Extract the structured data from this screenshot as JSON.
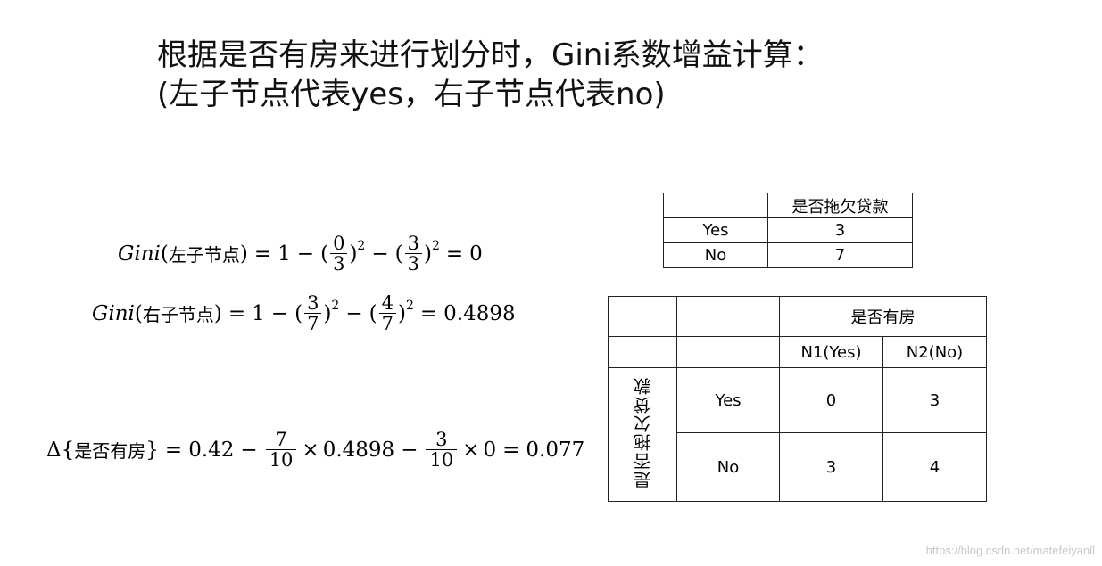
{
  "title": {
    "line1": "根据是否有房来进行划分时，Gini系数增益计算：",
    "line2": "(左子节点代表yes，右子节点代表no)"
  },
  "formulas": {
    "left": {
      "func": "Gini",
      "arg": "左子节点",
      "one": "1",
      "f1_num": "0",
      "f1_den": "3",
      "f2_num": "3",
      "f2_den": "3",
      "exp": "2",
      "result": "0"
    },
    "right": {
      "func": "Gini",
      "arg": "右子节点",
      "one": "1",
      "f1_num": "3",
      "f1_den": "7",
      "f2_num": "4",
      "f2_den": "7",
      "exp": "2",
      "result": "0.4898"
    },
    "delta": {
      "symbol": "Δ",
      "arg": "是否有房",
      "base": "0.42",
      "f1_num": "7",
      "f1_den": "10",
      "m1": "0.4898",
      "f2_num": "3",
      "f2_den": "10",
      "m2": "0",
      "result": "0.077"
    }
  },
  "table_small": {
    "header": [
      "",
      "是否拖欠贷款"
    ],
    "rows": [
      [
        "Yes",
        "3"
      ],
      [
        "No",
        "7"
      ]
    ]
  },
  "table_large": {
    "group_header": "是否有房",
    "col_headers": [
      "N1(Yes)",
      "N2(No)"
    ],
    "row_group_label": "是否拖欠贷款",
    "rows": [
      {
        "label": "Yes",
        "values": [
          "0",
          "3"
        ]
      },
      {
        "label": "No",
        "values": [
          "3",
          "4"
        ]
      }
    ]
  },
  "watermark": "https://blog.csdn.net/matefeiyanll"
}
